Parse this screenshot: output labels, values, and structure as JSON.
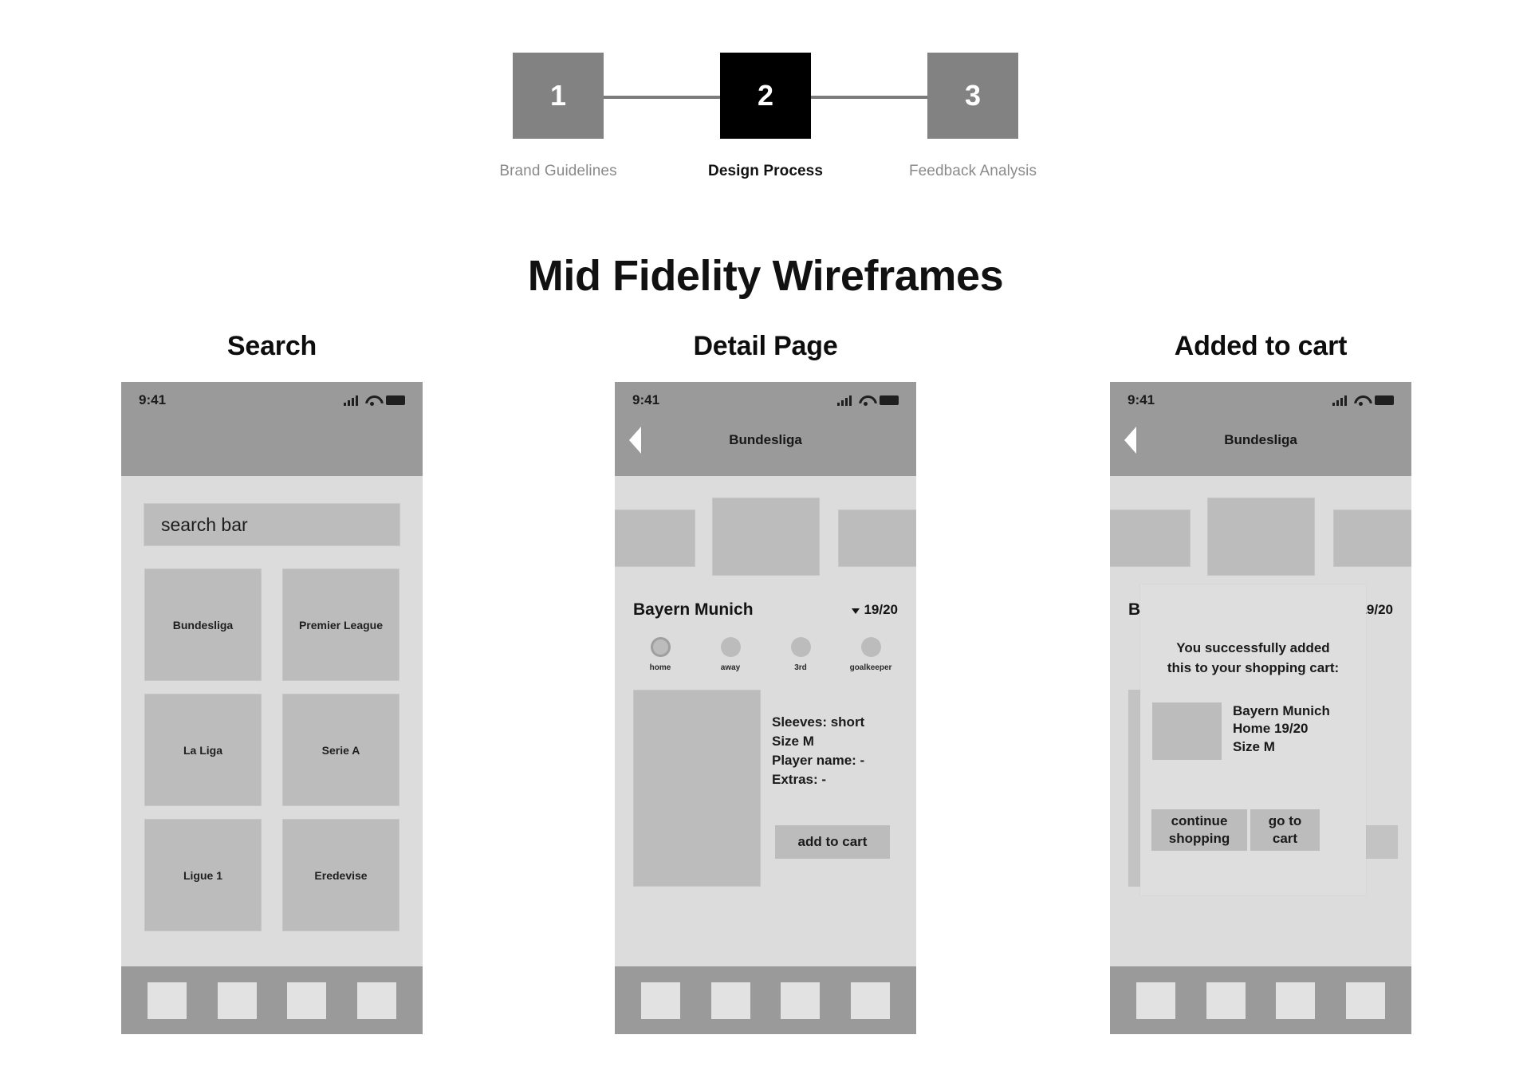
{
  "stepper": {
    "steps": [
      {
        "number": "1",
        "label": "Brand Guidelines",
        "active": false
      },
      {
        "number": "2",
        "label": "Design Process",
        "active": true
      },
      {
        "number": "3",
        "label": "Feedback Analysis",
        "active": false
      }
    ],
    "colors": {
      "inactive_box": "#828282",
      "active_box": "#000000",
      "connector": "#7c7c7c"
    }
  },
  "main_title": "Mid Fidelity Wireframes",
  "screens": [
    {
      "title": "Search",
      "status": {
        "time": "9:41",
        "icons": [
          "signal-icon",
          "wifi-icon",
          "battery-icon"
        ]
      },
      "search": {
        "value": "search bar",
        "placeholder": "search bar"
      },
      "leagues": [
        "Bundesliga",
        "Premier League",
        "La Liga",
        "Serie A",
        "Ligue 1",
        "Eredevise"
      ]
    },
    {
      "title": "Detail Page",
      "status": {
        "time": "9:41",
        "icons": [
          "signal-icon",
          "wifi-icon",
          "battery-icon"
        ]
      },
      "nav": {
        "back": "back-arrow-icon",
        "title": "Bundesliga"
      },
      "team_name": "Bayern Munich",
      "season": "19/20",
      "kits": [
        {
          "label": "home",
          "selected": true
        },
        {
          "label": "away",
          "selected": false
        },
        {
          "label": "3rd",
          "selected": false
        },
        {
          "label": "goalkeeper",
          "selected": false
        }
      ],
      "specs": [
        "Sleeves: short",
        "Size M",
        "Player name: -",
        "Extras: -"
      ],
      "add_to_cart": "add to cart"
    },
    {
      "title": "Added to cart",
      "status": {
        "time": "9:41",
        "icons": [
          "signal-icon",
          "wifi-icon",
          "battery-icon"
        ]
      },
      "nav": {
        "back": "back-arrow-icon",
        "title": "Bundesliga"
      },
      "modal": {
        "message_line1": "You successfully added",
        "message_line2": "this to your shopping cart:",
        "item_line1": "Bayern Munich",
        "item_line2": "Home 19/20",
        "item_line3": "Size M",
        "continue_line1": "continue",
        "continue_line2": "shopping",
        "gotocart_line1": "go to",
        "gotocart_line2": "cart"
      }
    }
  ],
  "tabbar": {
    "items": [
      "tab-1",
      "tab-2",
      "tab-3",
      "tab-4"
    ]
  }
}
